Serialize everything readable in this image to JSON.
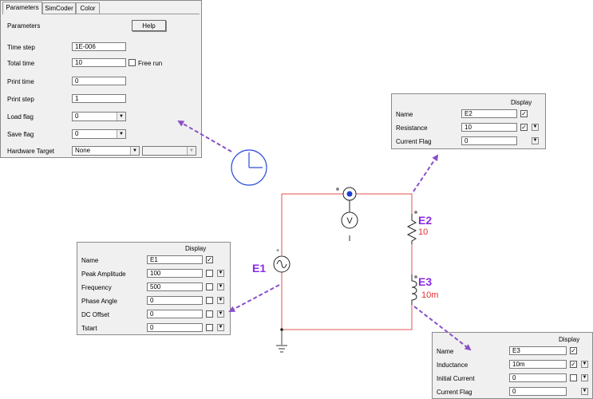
{
  "sim_dialog": {
    "tabs": [
      "Parameters",
      "SimCoder",
      "Color"
    ],
    "section": "Parameters",
    "help": "Help",
    "fields": [
      {
        "label": "Time step",
        "value": "1E-006"
      },
      {
        "label": "Total time",
        "value": "10"
      },
      {
        "label": "Print time",
        "value": "0"
      },
      {
        "label": "Print step",
        "value": "1"
      },
      {
        "label": "Load flag",
        "value": "0"
      },
      {
        "label": "Save flag",
        "value": "0"
      }
    ],
    "free_run": "Free run",
    "hardware_label": "Hardware Target",
    "hardware_value": "None",
    "hardware_value2": ""
  },
  "e1_dialog": {
    "display": "Display",
    "rows": [
      {
        "label": "Name",
        "value": "E1"
      },
      {
        "label": "Peak Amplitude",
        "value": "100"
      },
      {
        "label": "Frequency",
        "value": "500"
      },
      {
        "label": "Phase Angle",
        "value": "0"
      },
      {
        "label": "DC Offset",
        "value": "0"
      },
      {
        "label": "Tstart",
        "value": "0"
      }
    ]
  },
  "e2_dialog": {
    "display": "Display",
    "rows": [
      {
        "label": "Name",
        "value": "E2"
      },
      {
        "label": "Resistance",
        "value": "10"
      },
      {
        "label": "Current Flag",
        "value": "0"
      }
    ]
  },
  "e3_dialog": {
    "display": "Display",
    "rows": [
      {
        "label": "Name",
        "value": "E3"
      },
      {
        "label": "Inductance",
        "value": "10m"
      },
      {
        "label": "Initial Current",
        "value": "0"
      },
      {
        "label": "Current Flag",
        "value": "0"
      }
    ]
  },
  "circuit": {
    "e1_label": "E1",
    "e2_label": "E2",
    "e2_value": "10",
    "e3_label": "E3",
    "e3_value": "10m",
    "voltmeter": "V",
    "meter_label": "I"
  },
  "colors": {
    "wire": "#e05050",
    "label": "#8a2be2",
    "value": "#e03030",
    "arrow": "#8a4fc8",
    "clock": "#2b4fd8",
    "probe": "#1f3fd0"
  }
}
